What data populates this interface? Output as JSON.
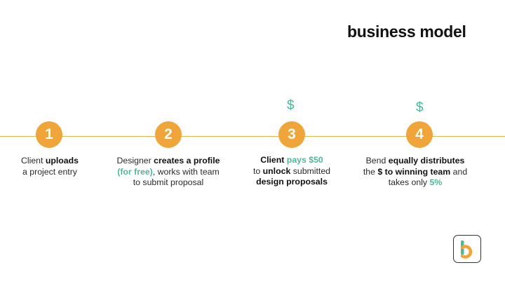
{
  "title": "business model",
  "currency_symbol": "$",
  "colors": {
    "accent": "#f0a53a",
    "line": "#e5b64a",
    "highlight": "#4fb89a"
  },
  "steps": [
    {
      "number": "1",
      "l1": [
        "Client ",
        "uploads"
      ],
      "l2": "a project entry"
    },
    {
      "number": "2",
      "l1": [
        "Designer ",
        "creates a profile"
      ],
      "l2": [
        "(for free)",
        ", works with team"
      ],
      "l3": "to submit proposal"
    },
    {
      "number": "3",
      "l1": [
        "Client",
        " pays $50"
      ],
      "l2": [
        "to ",
        "unlock",
        " submitted"
      ],
      "l3": "design proposals"
    },
    {
      "number": "4",
      "l1": [
        "Bend ",
        "equally distributes"
      ],
      "l2": [
        "the ",
        "$ to winning team",
        " and"
      ],
      "l3": [
        "takes only ",
        "5%"
      ]
    }
  ],
  "logo": {
    "name": "bend logo"
  }
}
